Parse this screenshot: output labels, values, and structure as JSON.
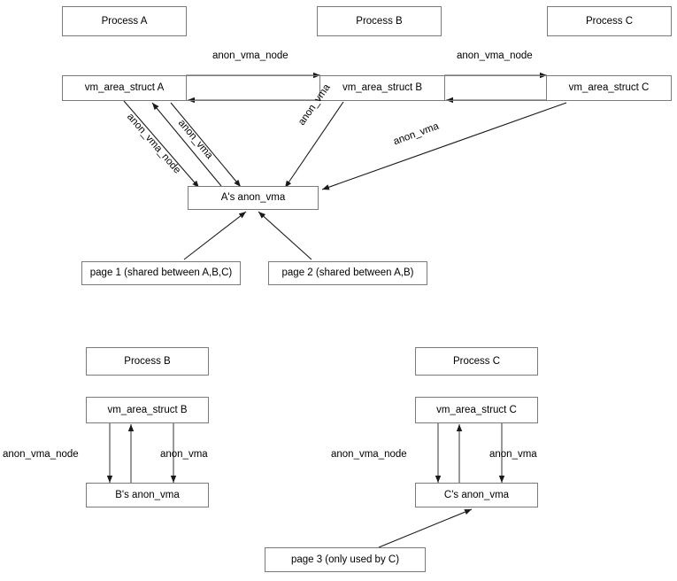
{
  "diagram": {
    "title": "anon_vma reverse mapping structure",
    "background": "#ffffff",
    "box_border_color": "#7a7a7a",
    "line_color": "#222222",
    "text_color": "#000000"
  },
  "top_group": {
    "processes": [
      {
        "id": "process-a",
        "label": "Process A"
      },
      {
        "id": "process-b",
        "label": "Process B"
      },
      {
        "id": "process-c",
        "label": "Process C"
      }
    ],
    "vmas": [
      {
        "id": "vma-a",
        "label": "vm_area_struct A"
      },
      {
        "id": "vma-b",
        "label": "vm_area_struct B"
      },
      {
        "id": "vma-c",
        "label": "vm_area_struct C"
      }
    ],
    "anon_vma": {
      "id": "anon-vma-a",
      "label": "A's anon_vma"
    },
    "pages": [
      {
        "id": "page-1",
        "label": "page 1 (shared between A,B,C)"
      },
      {
        "id": "page-2",
        "label": "page 2 (shared between A,B)"
      }
    ],
    "chain_labels": [
      {
        "id": "chain-label-ab",
        "label": "anon_vma_node"
      },
      {
        "id": "chain-label-bc",
        "label": "anon_vma_node"
      }
    ],
    "diagonal_labels": [
      {
        "id": "label-a-node",
        "label": "anon_vma_node"
      },
      {
        "id": "label-a-vma",
        "label": "anon_vma"
      },
      {
        "id": "label-b-vma",
        "label": "anon_vma"
      },
      {
        "id": "label-c-vma",
        "label": "anon_vma"
      }
    ]
  },
  "bottom_left_group": {
    "process": {
      "id": "process-b-2",
      "label": "Process B"
    },
    "vma": {
      "id": "vma-b-2",
      "label": "vm_area_struct B"
    },
    "anon_vma": {
      "id": "anon-vma-b",
      "label": "B's anon_vma"
    },
    "labels": [
      {
        "id": "label-b-node",
        "label": "anon_vma_node"
      },
      {
        "id": "label-b-vma-2",
        "label": "anon_vma"
      }
    ]
  },
  "bottom_right_group": {
    "process": {
      "id": "process-c-2",
      "label": "Process C"
    },
    "vma": {
      "id": "vma-c-2",
      "label": "vm_area_struct C"
    },
    "anon_vma": {
      "id": "anon-vma-c",
      "label": "C's anon_vma"
    },
    "labels": [
      {
        "id": "label-c-node",
        "label": "anon_vma_node"
      },
      {
        "id": "label-c-vma-2",
        "label": "anon_vma"
      }
    ],
    "page": {
      "id": "page-3",
      "label": "page 3 (only used by C)"
    }
  }
}
